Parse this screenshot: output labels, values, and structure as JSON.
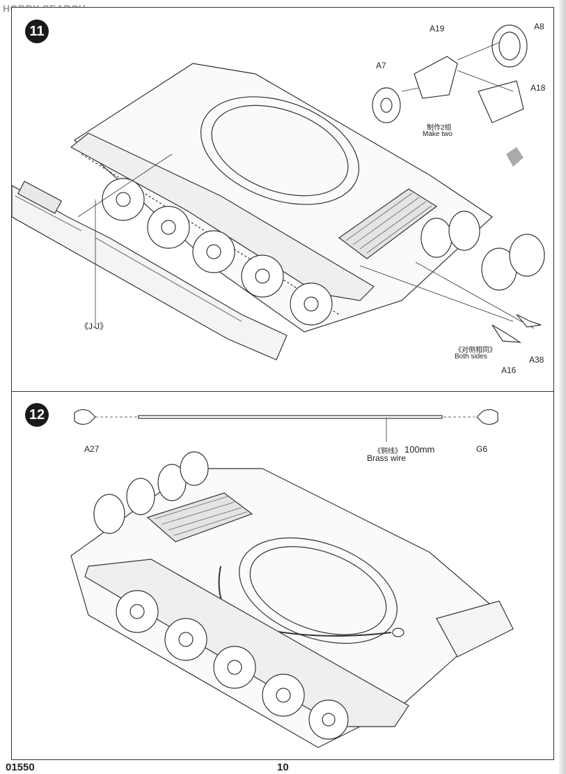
{
  "watermark": "HOBBY SEARCH",
  "footer": {
    "code": "01550",
    "page_number": "10"
  },
  "step11": {
    "number": "11",
    "parts": {
      "a19": "A19",
      "a8": "A8",
      "a7": "A7",
      "a18": "A18",
      "a16": "A16",
      "a38": "A38"
    },
    "make_two_cn": "制作2组",
    "make_two_en": "Make two",
    "both_sides_cn": "《对侧相同》",
    "both_sides_en": "Both sides",
    "detail": "《J-J》"
  },
  "step12": {
    "number": "12",
    "parts": {
      "a27": "A27",
      "g6": "G6"
    },
    "wire_cn": "《铜线》",
    "wire_length": "100mm",
    "wire_en": "Brass wire"
  }
}
